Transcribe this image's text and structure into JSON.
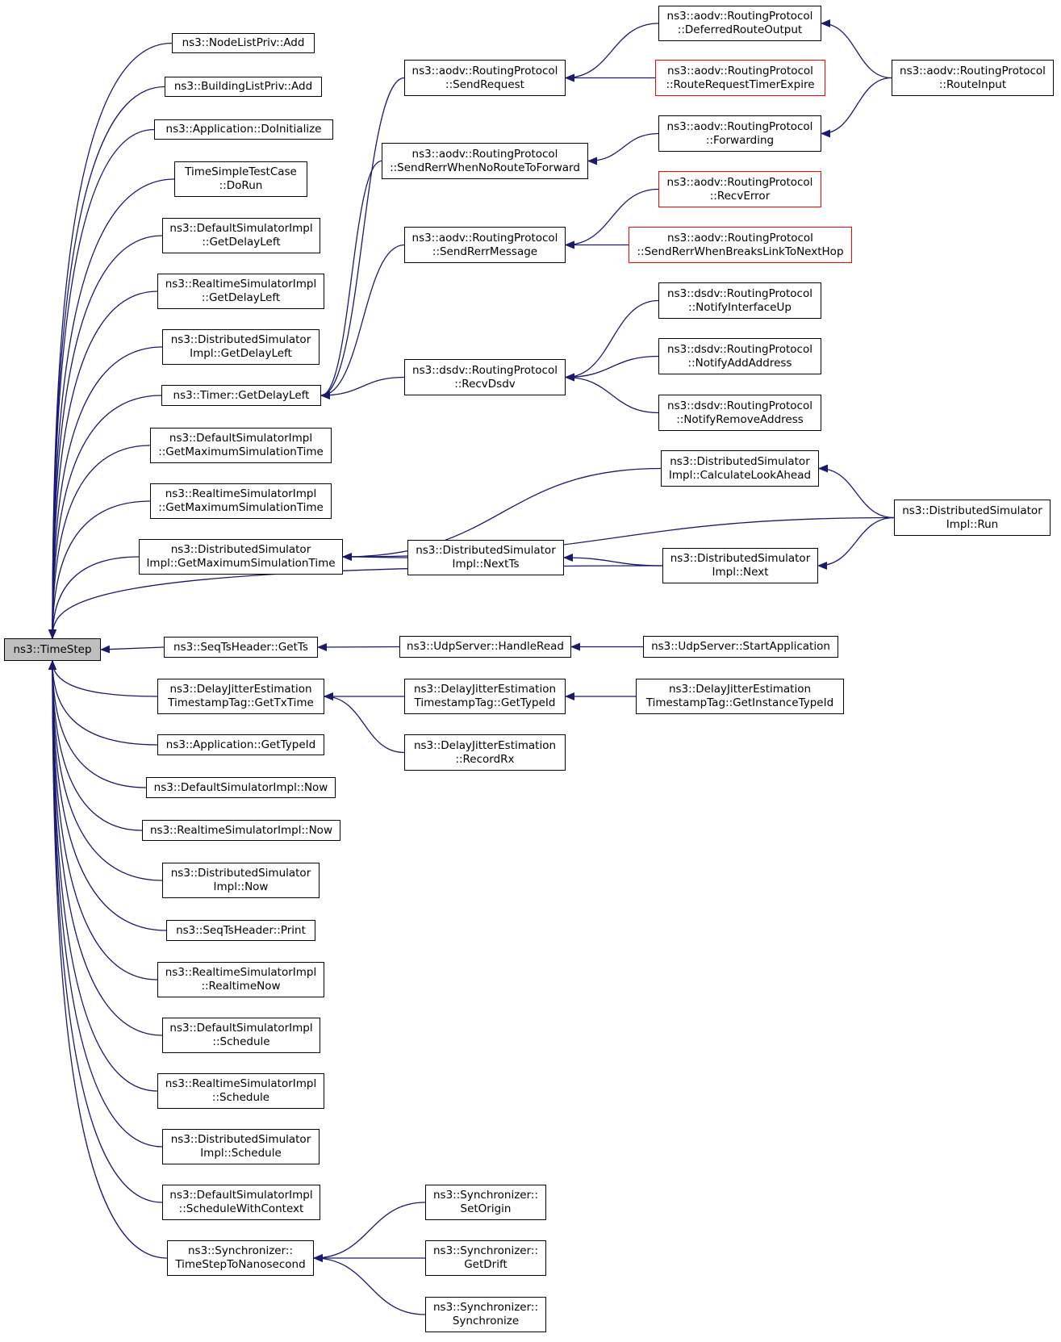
{
  "root": {
    "id": "timestep",
    "lines": [
      "ns3::TimeStep"
    ]
  },
  "colors": {
    "edge": "#191970",
    "border": "#000000",
    "red_border": "#ff0000",
    "root_fill": "#bfbfbf",
    "background": "#ffffff"
  },
  "nodes": [
    {
      "id": "nodelist_add",
      "lines": [
        "ns3::NodeListPriv::Add"
      ]
    },
    {
      "id": "buildinglist_add",
      "lines": [
        "ns3::BuildingListPriv::Add"
      ]
    },
    {
      "id": "app_doinit",
      "lines": [
        "ns3::Application::DoInitialize"
      ]
    },
    {
      "id": "timesimple_dorun",
      "lines": [
        "TimeSimpleTestCase",
        "::DoRun"
      ]
    },
    {
      "id": "def_getdelayleft",
      "lines": [
        "ns3::DefaultSimulatorImpl",
        "::GetDelayLeft"
      ]
    },
    {
      "id": "rt_getdelayleft",
      "lines": [
        "ns3::RealtimeSimulatorImpl",
        "::GetDelayLeft"
      ]
    },
    {
      "id": "dist_getdelayleft",
      "lines": [
        "ns3::DistributedSimulator",
        "Impl::GetDelayLeft"
      ]
    },
    {
      "id": "timer_getdelayleft",
      "lines": [
        "ns3::Timer::GetDelayLeft"
      ]
    },
    {
      "id": "def_getmax",
      "lines": [
        "ns3::DefaultSimulatorImpl",
        "::GetMaximumSimulationTime"
      ]
    },
    {
      "id": "rt_getmax",
      "lines": [
        "ns3::RealtimeSimulatorImpl",
        "::GetMaximumSimulationTime"
      ]
    },
    {
      "id": "dist_getmax",
      "lines": [
        "ns3::DistributedSimulator",
        "Impl::GetMaximumSimulationTime"
      ]
    },
    {
      "id": "seqts_getts",
      "lines": [
        "ns3::SeqTsHeader::GetTs"
      ]
    },
    {
      "id": "dj_gettxtime",
      "lines": [
        "ns3::DelayJitterEstimation",
        "TimestampTag::GetTxTime"
      ]
    },
    {
      "id": "app_gettypeid",
      "lines": [
        "ns3::Application::GetTypeId"
      ]
    },
    {
      "id": "def_now",
      "lines": [
        "ns3::DefaultSimulatorImpl::Now"
      ]
    },
    {
      "id": "rt_now",
      "lines": [
        "ns3::RealtimeSimulatorImpl::Now"
      ]
    },
    {
      "id": "dist_now",
      "lines": [
        "ns3::DistributedSimulator",
        "Impl::Now"
      ]
    },
    {
      "id": "seqts_print",
      "lines": [
        "ns3::SeqTsHeader::Print"
      ]
    },
    {
      "id": "rt_realtimenow",
      "lines": [
        "ns3::RealtimeSimulatorImpl",
        "::RealtimeNow"
      ]
    },
    {
      "id": "def_schedule",
      "lines": [
        "ns3::DefaultSimulatorImpl",
        "::Schedule"
      ]
    },
    {
      "id": "rt_schedule",
      "lines": [
        "ns3::RealtimeSimulatorImpl",
        "::Schedule"
      ]
    },
    {
      "id": "dist_schedule",
      "lines": [
        "ns3::DistributedSimulator",
        "Impl::Schedule"
      ]
    },
    {
      "id": "def_schedctx",
      "lines": [
        "ns3::DefaultSimulatorImpl",
        "::ScheduleWithContext"
      ]
    },
    {
      "id": "sync_ts2ns",
      "lines": [
        "ns3::Synchronizer::",
        "TimeStepToNanosecond"
      ]
    },
    {
      "id": "aodv_sendrequest",
      "lines": [
        "ns3::aodv::RoutingProtocol",
        "::SendRequest"
      ]
    },
    {
      "id": "aodv_sendrerr_noroute",
      "lines": [
        "ns3::aodv::RoutingProtocol",
        "::SendRerrWhenNoRouteToForward"
      ]
    },
    {
      "id": "aodv_sendrerrmsg",
      "lines": [
        "ns3::aodv::RoutingProtocol",
        "::SendRerrMessage"
      ]
    },
    {
      "id": "dsdv_recvdsdv",
      "lines": [
        "ns3::dsdv::RoutingProtocol",
        "::RecvDsdv"
      ]
    },
    {
      "id": "dist_nextts",
      "lines": [
        "ns3::DistributedSimulator",
        "Impl::NextTs"
      ]
    },
    {
      "id": "udp_handleread",
      "lines": [
        "ns3::UdpServer::HandleRead"
      ]
    },
    {
      "id": "dj_gettypeid",
      "lines": [
        "ns3::DelayJitterEstimation",
        "TimestampTag::GetTypeId"
      ]
    },
    {
      "id": "dj_recordrx",
      "lines": [
        "ns3::DelayJitterEstimation",
        "::RecordRx"
      ]
    },
    {
      "id": "sync_setorigin",
      "lines": [
        "ns3::Synchronizer::",
        "SetOrigin"
      ]
    },
    {
      "id": "sync_getdrift",
      "lines": [
        "ns3::Synchronizer::",
        "GetDrift"
      ]
    },
    {
      "id": "sync_synchronize",
      "lines": [
        "ns3::Synchronizer::",
        "Synchronize"
      ]
    },
    {
      "id": "aodv_deferred",
      "lines": [
        "ns3::aodv::RoutingProtocol",
        "::DeferredRouteOutput"
      ]
    },
    {
      "id": "aodv_rreqtimer",
      "lines": [
        "ns3::aodv::RoutingProtocol",
        "::RouteRequestTimerExpire"
      ],
      "red": true
    },
    {
      "id": "aodv_forwarding",
      "lines": [
        "ns3::aodv::RoutingProtocol",
        "::Forwarding"
      ]
    },
    {
      "id": "aodv_recverror",
      "lines": [
        "ns3::aodv::RoutingProtocol",
        "::RecvError"
      ],
      "red": true
    },
    {
      "id": "aodv_sendrerr_breaks",
      "lines": [
        "ns3::aodv::RoutingProtocol",
        "::SendRerrWhenBreaksLinkToNextHop"
      ],
      "red": true
    },
    {
      "id": "dsdv_notifyup",
      "lines": [
        "ns3::dsdv::RoutingProtocol",
        "::NotifyInterfaceUp"
      ]
    },
    {
      "id": "dsdv_notifyadd",
      "lines": [
        "ns3::dsdv::RoutingProtocol",
        "::NotifyAddAddress"
      ]
    },
    {
      "id": "dsdv_notifyremove",
      "lines": [
        "ns3::dsdv::RoutingProtocol",
        "::NotifyRemoveAddress"
      ]
    },
    {
      "id": "dist_calclookahead",
      "lines": [
        "ns3::DistributedSimulator",
        "Impl::CalculateLookAhead"
      ]
    },
    {
      "id": "dist_next",
      "lines": [
        "ns3::DistributedSimulator",
        "Impl::Next"
      ]
    },
    {
      "id": "udp_startapp",
      "lines": [
        "ns3::UdpServer::StartApplication"
      ]
    },
    {
      "id": "dj_getinstancetypeid",
      "lines": [
        "ns3::DelayJitterEstimation",
        "TimestampTag::GetInstanceTypeId"
      ]
    },
    {
      "id": "aodv_routeinput",
      "lines": [
        "ns3::aodv::RoutingProtocol",
        "::RouteInput"
      ]
    },
    {
      "id": "dist_run",
      "lines": [
        "ns3::DistributedSimulator",
        "Impl::Run"
      ]
    }
  ],
  "edges": [
    [
      "nodelist_add",
      "timestep"
    ],
    [
      "buildinglist_add",
      "timestep"
    ],
    [
      "app_doinit",
      "timestep"
    ],
    [
      "timesimple_dorun",
      "timestep"
    ],
    [
      "def_getdelayleft",
      "timestep"
    ],
    [
      "rt_getdelayleft",
      "timestep"
    ],
    [
      "dist_getdelayleft",
      "timestep"
    ],
    [
      "timer_getdelayleft",
      "timestep"
    ],
    [
      "def_getmax",
      "timestep"
    ],
    [
      "rt_getmax",
      "timestep"
    ],
    [
      "dist_getmax",
      "timestep"
    ],
    [
      "dist_next",
      "timestep"
    ],
    [
      "seqts_getts",
      "timestep"
    ],
    [
      "dj_gettxtime",
      "timestep"
    ],
    [
      "app_gettypeid",
      "timestep"
    ],
    [
      "def_now",
      "timestep"
    ],
    [
      "rt_now",
      "timestep"
    ],
    [
      "dist_now",
      "timestep"
    ],
    [
      "seqts_print",
      "timestep"
    ],
    [
      "rt_realtimenow",
      "timestep"
    ],
    [
      "def_schedule",
      "timestep"
    ],
    [
      "rt_schedule",
      "timestep"
    ],
    [
      "dist_schedule",
      "timestep"
    ],
    [
      "def_schedctx",
      "timestep"
    ],
    [
      "sync_ts2ns",
      "timestep"
    ],
    [
      "aodv_sendrequest",
      "timer_getdelayleft"
    ],
    [
      "aodv_sendrerr_noroute",
      "timer_getdelayleft"
    ],
    [
      "aodv_sendrerrmsg",
      "timer_getdelayleft"
    ],
    [
      "dsdv_recvdsdv",
      "timer_getdelayleft"
    ],
    [
      "aodv_deferred",
      "aodv_sendrequest"
    ],
    [
      "aodv_rreqtimer",
      "aodv_sendrequest"
    ],
    [
      "aodv_forwarding",
      "aodv_sendrerr_noroute"
    ],
    [
      "aodv_recverror",
      "aodv_sendrerrmsg"
    ],
    [
      "aodv_sendrerr_breaks",
      "aodv_sendrerrmsg"
    ],
    [
      "dsdv_notifyup",
      "dsdv_recvdsdv"
    ],
    [
      "dsdv_notifyadd",
      "dsdv_recvdsdv"
    ],
    [
      "dsdv_notifyremove",
      "dsdv_recvdsdv"
    ],
    [
      "aodv_routeinput",
      "aodv_deferred"
    ],
    [
      "aodv_routeinput",
      "aodv_forwarding"
    ],
    [
      "dist_calclookahead",
      "dist_getmax"
    ],
    [
      "dist_run",
      "dist_getmax"
    ],
    [
      "dist_nextts",
      "dist_getmax"
    ],
    [
      "dist_next",
      "dist_nextts"
    ],
    [
      "dist_run",
      "dist_calclookahead"
    ],
    [
      "dist_run",
      "dist_next"
    ],
    [
      "udp_handleread",
      "seqts_getts"
    ],
    [
      "udp_startapp",
      "udp_handleread"
    ],
    [
      "dj_gettypeid",
      "dj_gettxtime"
    ],
    [
      "dj_recordrx",
      "dj_gettxtime"
    ],
    [
      "dj_getinstancetypeid",
      "dj_gettypeid"
    ],
    [
      "sync_setorigin",
      "sync_ts2ns"
    ],
    [
      "sync_getdrift",
      "sync_ts2ns"
    ],
    [
      "sync_synchronize",
      "sync_ts2ns"
    ]
  ]
}
